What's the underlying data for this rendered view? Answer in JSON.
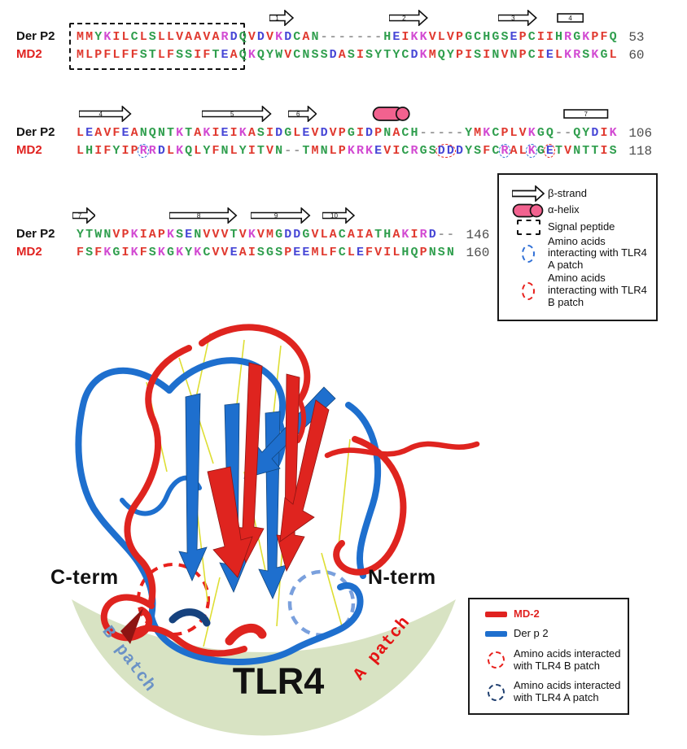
{
  "colors": {
    "hydrophobic": "#e0392f",
    "polar": "#2f9e4d",
    "basic": "#d24ad2",
    "acidic": "#4646d6",
    "gap": "#999999",
    "number": "#4d4d4d",
    "md2_label": "#e02220",
    "helix_fill": "#f2628f",
    "patch_a_blue": "#2f6fd6",
    "patch_b_red": "#e8201c",
    "circle_blue_light": "#7aa0dd",
    "navy": "#1d3d6e",
    "crescent": "#d8e3c3",
    "b_patch_text": "#6b92c6",
    "a_patch_text": "#e41414",
    "ribbon_red": "#df241f",
    "ribbon_blue": "#1e6fce",
    "disulfide_yellow": "#dcdc28"
  },
  "residue_groups": {
    "hydrophobic": "AVFPMIL",
    "polar": "GSTCNQYHW",
    "basic": "KR",
    "acidic": "DE"
  },
  "alignment": {
    "groups": [
      {
        "ss": [
          {
            "type": "arrow",
            "label": "1",
            "cs": 21.4,
            "ce": 24.1
          },
          {
            "type": "arrow",
            "label": "2",
            "cs": 34.7,
            "ce": 39.0
          },
          {
            "type": "arrow",
            "label": "3",
            "cs": 46.8,
            "ce": 51.1
          },
          {
            "type": "bar",
            "label": "4",
            "cs": 53.2,
            "ce": 56.2
          }
        ],
        "signal_box": {
          "cs": 0,
          "ce": 18
        },
        "rows": [
          {
            "label": "Der P2",
            "seq": "MMYKILCLSLLVAAVARDQVDVKDCAN-------HEIKKVLVPGCHGSEPCIIHRGKPFQ",
            "num": "53"
          },
          {
            "label": "MD2",
            "seq": "MLPFLFFSTLFSSIFTEAQKQYWVCNSSDASISYTYCDKMQYPISINVNPCIELKRSKGL",
            "num": "60"
          }
        ]
      },
      {
        "ss": [
          {
            "type": "arrow",
            "label": "4",
            "cs": 0.4,
            "ce": 6.2
          },
          {
            "type": "arrow",
            "label": "5",
            "cs": 14.0,
            "ce": 21.7
          },
          {
            "type": "arrow",
            "label": "6",
            "cs": 23.5,
            "ce": 26.7
          },
          {
            "type": "helix",
            "label": "",
            "cs": 32.8,
            "ce": 37.1
          },
          {
            "type": "bar",
            "label": "7",
            "cs": 54.0,
            "ce": 59.0
          }
        ],
        "rows": [
          {
            "label": "Der P2",
            "seq": "LEAVFEANQNTKTAKIEIKASIDGLEVDVPGIDPNACH-----YMKCPLVKGQ--QYDIK",
            "num": "106"
          },
          {
            "label": "MD2",
            "seq": "LHIFYIPRRDLKQLYFNLYITVN--TMNLPKRKEVICRGSDDDYSFCRALKGETVNTTIS",
            "num": "118",
            "circles": [
              {
                "col": 7,
                "span": 1,
                "patch": "A"
              },
              {
                "col": 40,
                "span": 2,
                "patch": "B"
              },
              {
                "col": 47,
                "span": 1,
                "patch": "A"
              },
              {
                "col": 50,
                "span": 1,
                "patch": "A"
              },
              {
                "col": 52,
                "span": 1,
                "patch": "B"
              }
            ]
          }
        ]
      },
      {
        "ss": [
          {
            "type": "arrow",
            "label": "7",
            "cs": -0.4,
            "ce": 2.2
          },
          {
            "type": "arrow",
            "label": "8",
            "cs": 10.4,
            "ce": 17.9
          },
          {
            "type": "arrow",
            "label": "9",
            "cs": 19.4,
            "ce": 26.0
          },
          {
            "type": "arrow",
            "label": "10",
            "cs": 27.3,
            "ce": 30.9
          }
        ],
        "rows": [
          {
            "label": "Der P2",
            "seq": "YTWNVPKIAPKSENVVVTVKVMGDDGVLACAIATHAKIRD--",
            "num": "146"
          },
          {
            "label": "MD2",
            "seq": "FSFKGIKFSKGKYKCVVEAISGSPEEMLFCLEFVILHQPNSN",
            "num": "160"
          }
        ]
      }
    ]
  },
  "legend_ss": {
    "items": [
      {
        "label": "β-strand"
      },
      {
        "label": "α-helix"
      },
      {
        "label": "Signal peptide"
      },
      {
        "label": "Amino acids interacting with TLR4 A patch"
      },
      {
        "label": "Amino acids interacting with TLR4 B patch"
      }
    ]
  },
  "legend_struct": {
    "items": [
      {
        "label": "MD-2"
      },
      {
        "label": "Der p 2"
      },
      {
        "label": "Amino acids interacted with TLR4 B patch"
      },
      {
        "label": "Amino acids interacted with TLR4 A patch"
      }
    ]
  },
  "bottom": {
    "c_term": "C-term",
    "n_term": "N-term",
    "tlr4": "TLR4",
    "b_patch": "B patch",
    "a_patch": "A patch"
  }
}
